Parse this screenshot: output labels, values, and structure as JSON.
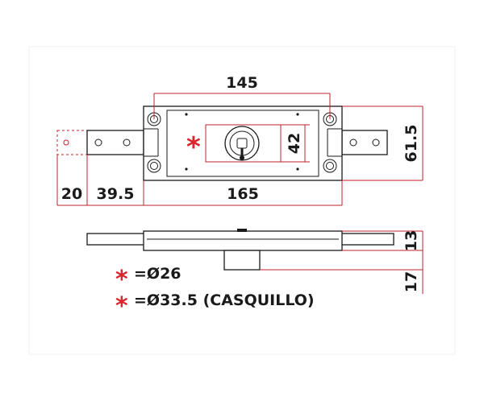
{
  "dimensions": {
    "top_width": "145",
    "total_width": "165",
    "left_offset": "20",
    "left_bar": "39.5",
    "cylinder_height": "42",
    "body_height": "61.5",
    "side_thickness": "13",
    "side_projection": "17"
  },
  "legend": {
    "marker": "*",
    "line1": "=Ø26",
    "line2": "=Ø33.5 (CASQUILLO)"
  },
  "colors": {
    "dimension": "#c0202a",
    "marker": "#d9262c",
    "outline": "#1a1a1a"
  }
}
